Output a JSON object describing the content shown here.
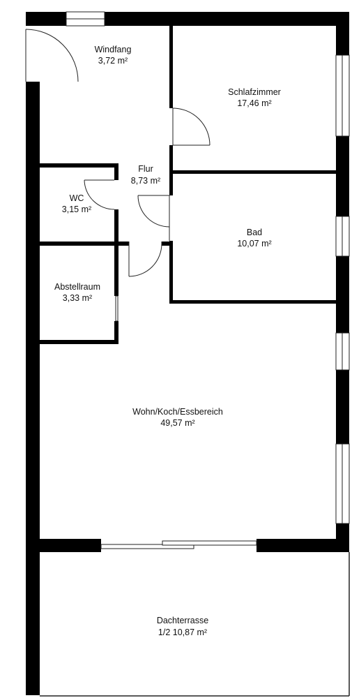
{
  "colors": {
    "wall": "#000000",
    "line": "#222222",
    "background": "#ffffff"
  },
  "rooms": [
    {
      "id": "windfang",
      "name": "Windfang",
      "area": "3,72 m²"
    },
    {
      "id": "schlafzimmer",
      "name": "Schlafzimmer",
      "area": "17,46 m²"
    },
    {
      "id": "flur",
      "name": "Flur",
      "area": "8,73 m²"
    },
    {
      "id": "wc",
      "name": "WC",
      "area": "3,15 m²"
    },
    {
      "id": "bad",
      "name": "Bad",
      "area": "10,07 m²"
    },
    {
      "id": "abstellraum",
      "name": "Abstellraum",
      "area": "3,33 m²"
    },
    {
      "id": "wohnbereich",
      "name": "Wohn/Koch/Essbereich",
      "area": "49,57 m²"
    },
    {
      "id": "dachterrasse",
      "name": "Dachterrasse",
      "area": "1/2 10,87 m²"
    }
  ]
}
